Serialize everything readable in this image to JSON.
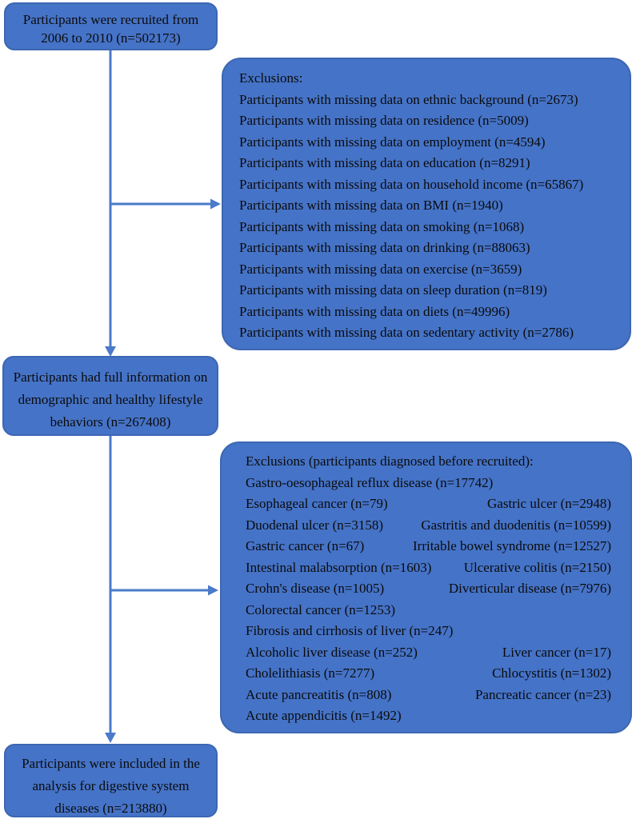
{
  "colors": {
    "box_fill": "#4573c7",
    "box_border": "#3c67b2",
    "arrow": "#4a7ac9",
    "text_color": "#0b0b0c"
  },
  "boxes": {
    "recruited": {
      "lines": [
        "Participants were recruited from",
        "2006 to 2010 (n=502173)"
      ]
    },
    "fullinfo": {
      "lines": [
        "Participants had full information on",
        "demographic and healthy lifestyle",
        "behaviors (n=267408)"
      ]
    },
    "included": {
      "lines": [
        "Participants were included in the",
        "analysis for digestive system",
        "diseases (n=213880)"
      ]
    },
    "exclusions1": {
      "title": "Exclusions:",
      "items": [
        "Participants with missing data on ethnic background (n=2673)",
        "Participants with missing data on residence (n=5009)",
        "Participants with missing data on employment (n=4594)",
        "Participants with missing data on education (n=8291)",
        "Participants with missing data on household income (n=65867)",
        "Participants with missing data on BMI (n=1940)",
        "Participants with missing data on smoking (n=1068)",
        "Participants with missing data on drinking (n=88063)",
        "Participants with missing data on exercise (n=3659)",
        "Participants with missing data on sleep duration (n=819)",
        "Participants with missing data on diets (n=49996)",
        "Participants with missing data on sedentary activity (n=2786)"
      ]
    },
    "exclusions2": {
      "title": "Exclusions (participants diagnosed before recruited):",
      "rows": [
        {
          "left": "Gastro-oesophageal reflux disease (n=17742)",
          "right": ""
        },
        {
          "left": "Esophageal cancer (n=79)",
          "right": "Gastric ulcer (n=2948)"
        },
        {
          "left": "Duodenal ulcer (n=3158)",
          "right": "Gastritis and duodenitis (n=10599)"
        },
        {
          "left": "Gastric cancer (n=67)",
          "right": "Irritable bowel syndrome (n=12527)"
        },
        {
          "left": "Intestinal malabsorption (n=1603)",
          "right": "Ulcerative colitis (n=2150)"
        },
        {
          "left": "Crohn's disease (n=1005)",
          "right": "Diverticular disease (n=7976)"
        },
        {
          "left": "Colorectal cancer (n=1253)",
          "right": ""
        },
        {
          "left": "Fibrosis and cirrhosis of liver (n=247)",
          "right": ""
        },
        {
          "left": "Alcoholic liver disease (n=252)",
          "right": "Liver cancer (n=17)"
        },
        {
          "left": "Cholelithiasis (n=7277)",
          "right": "Chlocystitis (n=1302)"
        },
        {
          "left": "Acute pancreatitis (n=808)",
          "right": "Pancreatic cancer (n=23)"
        },
        {
          "left": "Acute appendicitis (n=1492)",
          "right": ""
        }
      ]
    }
  }
}
